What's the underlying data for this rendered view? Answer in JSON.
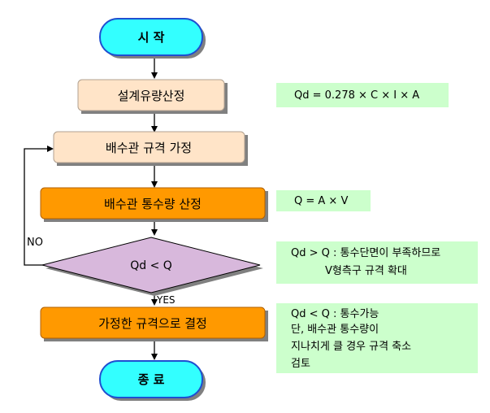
{
  "flowchart": {
    "start_label": "시 작",
    "step1_label": "설계유량산정",
    "step2_label": "배수관 규격 가정",
    "step3_label": "배수관 통수량 산정",
    "decision_label": "Qd < Q",
    "step4_label": "가정한 규격으로 결정",
    "end_label": "종 료",
    "no_label": "NO",
    "yes_label": "YES"
  },
  "notes": {
    "formula": "Qd = 0.278 × C × I × A",
    "flow_formula": "Q = A × V",
    "case_over": {
      "line1": "Qd > Q : 통수단면이 부족하므로",
      "line2": "V형측구 규격 확대"
    },
    "case_under": {
      "line1": "Qd < Q : 통수가능",
      "line2": "단, 배수관 통수량이",
      "line3": "지나치게 클 경우 규격 축소",
      "line4": "검토"
    }
  },
  "colors": {
    "terminal_fill": "#33ffff",
    "terminal_stroke": "#1f4fd0",
    "peach_fill": "#ffe4c8",
    "orange_fill": "#ff9900",
    "decision_fill": "#d8b8dc",
    "note_fill": "#ccffcc",
    "shadow": "#808080"
  }
}
